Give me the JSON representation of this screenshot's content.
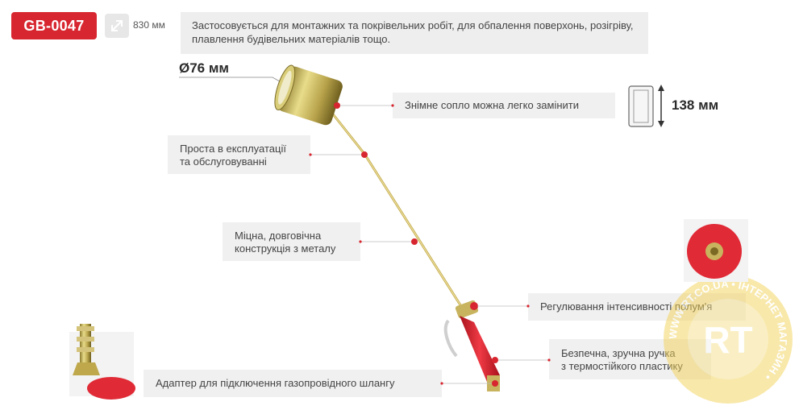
{
  "product": {
    "code": "GB-0047",
    "length": "830 мм",
    "description": "Застосовується для монтажних та покрівельних робіт, для обпалення поверхонь, розігріву, плавлення будівельних матеріалів тощо."
  },
  "dimensions": {
    "nozzle_diameter": "Ø76 мм",
    "nozzle_height": "138 мм"
  },
  "callouts": {
    "nozzle": "Знімне сопло можна легко замінити",
    "easy_use_line1": "Проста в експлуатації",
    "easy_use_line2": "та обслуговуванні",
    "sturdy_line1": "Міцна, довговічна",
    "sturdy_line2": "конструкція з металу",
    "valve": "Регулювання інтенсивності полум'я",
    "handle_line1": "Безпечна, зручна ручка",
    "handle_line2": "з термостійкого пластику",
    "adapter": "Адаптер для підключення газопровідного шлангу"
  },
  "watermark": {
    "letters": "RT",
    "ring_text": "WWW.RT.CO.UA • ІНТЕРНЕТ МАГАЗИН •"
  },
  "colors": {
    "accent": "#d7262f",
    "label_bg": "#f0f0f0"
  }
}
